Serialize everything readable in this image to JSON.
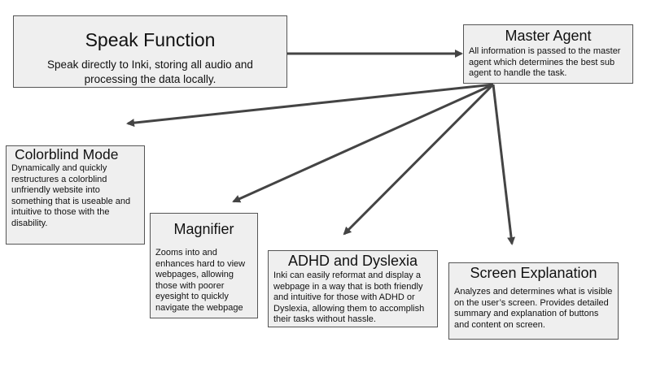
{
  "diagram": {
    "speak_function": {
      "title": "Speak Function",
      "description": "Speak directly to Inki, storing all audio and processing the data locally."
    },
    "master_agent": {
      "title": "Master Agent",
      "description": "All information is passed to the master agent which determines the best sub agent to handle the task."
    },
    "colorblind_mode": {
      "title": "Colorblind Mode",
      "description": "Dynamically and quickly restructures a colorblind unfriendly website into something that is useable and intuitive to those with the disability."
    },
    "magnifier": {
      "title": "Magnifier",
      "description": "Zooms into and enhances hard to view webpages, allowing those with poorer eyesight to quickly navigate the webpage"
    },
    "adhd_dyslexia": {
      "title": "ADHD and Dyslexia",
      "description": "Inki can easily reformat and display a webpage in a way that is both friendly and intuitive for those with ADHD or Dyslexia, allowing them to accomplish their tasks without hassle."
    },
    "screen_explanation": {
      "title": "Screen Explanation",
      "description": "Analyzes and determines what is visible on the user’s screen. Provides detailed summary and explanation of buttons and content on screen."
    },
    "edges": [
      {
        "from": "speak_function",
        "to": "master_agent"
      },
      {
        "from": "master_agent",
        "to": "colorblind_mode"
      },
      {
        "from": "master_agent",
        "to": "magnifier"
      },
      {
        "from": "master_agent",
        "to": "adhd_dyslexia"
      },
      {
        "from": "master_agent",
        "to": "screen_explanation"
      }
    ],
    "colors": {
      "box_fill": "#efefef",
      "box_border": "#555555",
      "arrow": "#444444",
      "text": "#111111"
    }
  }
}
